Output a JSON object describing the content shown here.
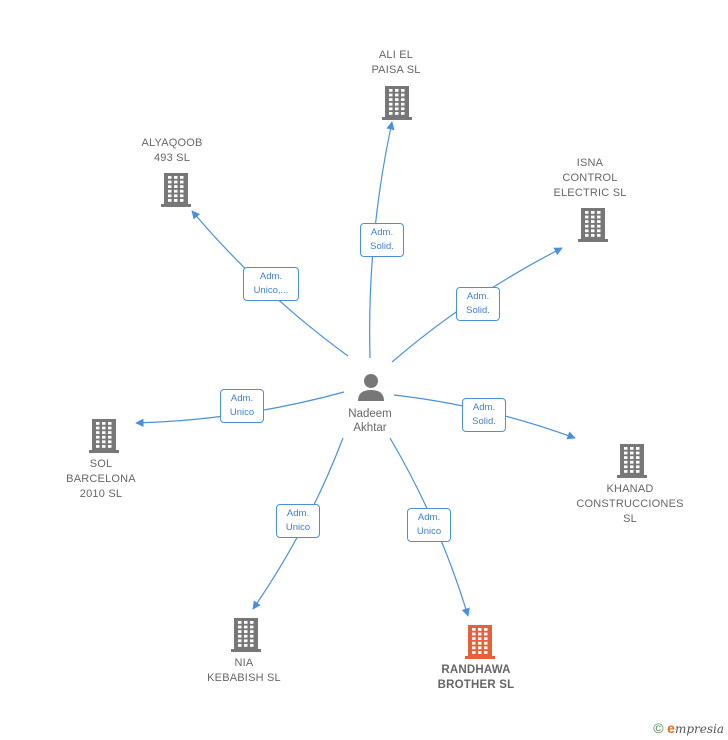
{
  "center": {
    "name": "Nadeem\nAkhtar",
    "icon": "person-icon"
  },
  "colors": {
    "edge": "#4a90d9",
    "building": "#777777",
    "highlight": "#e8603a"
  },
  "nodes": [
    {
      "id": "ali-el-paisa",
      "label": "ALI EL\nPAISA  SL",
      "icon": "building-icon",
      "highlight": false
    },
    {
      "id": "alyaqoob",
      "label": "ALYAQOOB\n493 SL",
      "icon": "building-icon",
      "highlight": false
    },
    {
      "id": "isna-control",
      "label": "ISNA\nCONTROL\nELECTRIC  SL",
      "icon": "building-icon",
      "highlight": false
    },
    {
      "id": "sol-barcelona",
      "label": "SOL\nBARCELONA\n2010 SL",
      "icon": "building-icon",
      "highlight": false
    },
    {
      "id": "khanad",
      "label": "KHANAD\nCONSTRUCCIONES\nSL",
      "icon": "building-icon",
      "highlight": false
    },
    {
      "id": "nia-kebabish",
      "label": "NIA\nKEBABISH  SL",
      "icon": "building-icon",
      "highlight": false
    },
    {
      "id": "randhawa",
      "label": "RANDHAWA\nBROTHER  SL",
      "icon": "building-icon",
      "highlight": true
    }
  ],
  "edges": [
    {
      "to": "ali-el-paisa",
      "label": "Adm.\nSolid."
    },
    {
      "to": "alyaqoob",
      "label": "Adm.\nUnico,..."
    },
    {
      "to": "isna-control",
      "label": "Adm.\nSolid."
    },
    {
      "to": "sol-barcelona",
      "label": "Adm.\nUnico"
    },
    {
      "to": "khanad",
      "label": "Adm.\nSolid."
    },
    {
      "to": "nia-kebabish",
      "label": "Adm.\nUnico"
    },
    {
      "to": "randhawa",
      "label": "Adm.\nUnico"
    }
  ],
  "footer": {
    "copyright": "©",
    "brand_initial": "e",
    "brand_rest": "mpresia"
  }
}
